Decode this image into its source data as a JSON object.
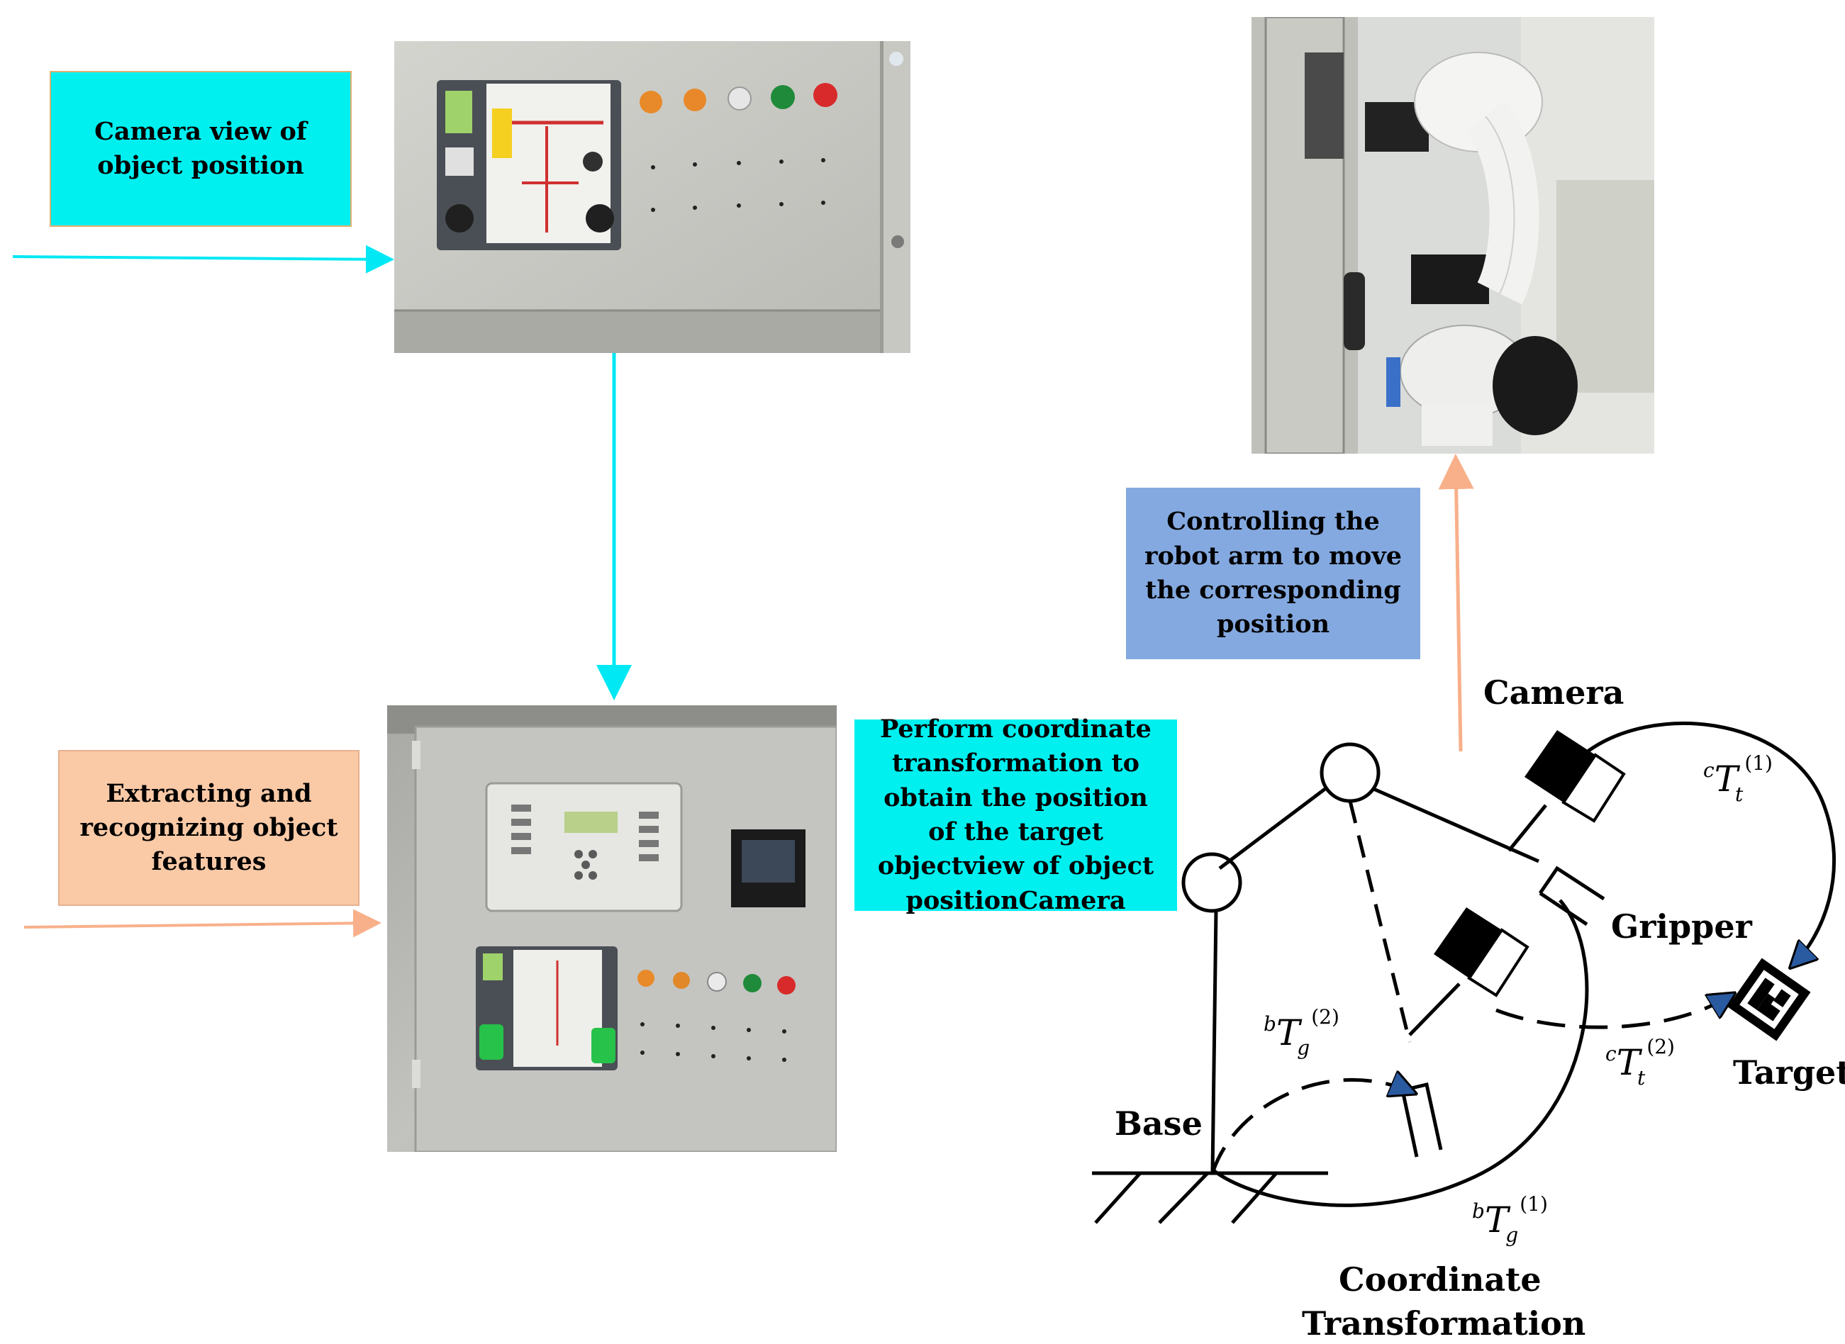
{
  "boxes": {
    "camera_view": "Camera view of object position",
    "extracting": "Extracting and recognizing object features",
    "perform": "Perform coordinate transformation to obtain the position of the target objectview of object positionCamera",
    "controlling": "Controlling the robot arm to move the corresponding position"
  },
  "labels": {
    "camera": "Camera",
    "gripper": "Gripper",
    "target": "Target",
    "base": "Base",
    "coordinate": "Coordinate",
    "transformation": "Transformation"
  },
  "math": {
    "ct1": {
      "sup": "c",
      "main": "T",
      "sub": "t",
      "idx": "(1)"
    },
    "ct2": {
      "sup": "c",
      "main": "T",
      "sub": "t",
      "idx": "(2)"
    },
    "bg1": {
      "sup": "b",
      "main": "T",
      "sub": "g",
      "idx": "(1)"
    },
    "bg2": {
      "sup": "b",
      "main": "T",
      "sub": "g",
      "idx": "(2)"
    }
  },
  "colors": {
    "cyan_box": "#00f0f0",
    "cyan_arrow": "#00e8f4",
    "peach_box": "#fac9a6",
    "peach_arrow": "#f8b08a",
    "blue_box": "#84a9e0",
    "panel_gray": "#c9c9c4"
  }
}
